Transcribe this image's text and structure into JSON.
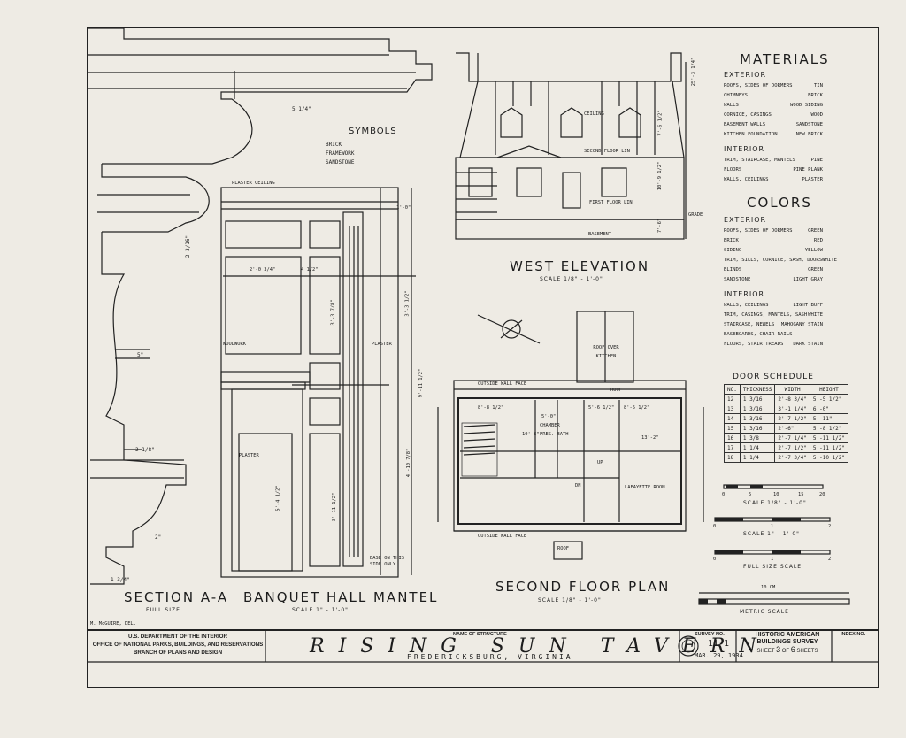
{
  "sheet": {
    "delineator": "M. McGUIRE, DEL.",
    "agency_line1": "U.S. DEPARTMENT OF THE INTERIOR",
    "agency_line2": "OFFICE OF NATIONAL PARKS, BUILDINGS, AND RESERVATIONS",
    "agency_line3": "BRANCH OF PLANS AND DESIGN",
    "name_of_structure_label": "NAME OF STRUCTURE",
    "structure_name": "RISING SUN TAVERN",
    "location": "FREDERICKSBURG, VIRGINIA",
    "survey_no_label": "SURVEY NO.",
    "survey_no": "11-1",
    "date": "MAR. 29, 1934",
    "habs_line1": "HISTORIC AMERICAN",
    "habs_line2": "BUILDINGS SURVEY",
    "sheet_label": "SHEET",
    "sheet_no": "3",
    "of_label": "OF",
    "sheet_total": "6",
    "sheets_label": "SHEETS",
    "index_no_label": "INDEX NO."
  },
  "section": {
    "title": "SECTION A-A",
    "scale": "FULL SIZE",
    "dims": [
      "5 1/4\"",
      "2 3/16\"",
      "5\"",
      "2 1/8\"",
      "2\"",
      "1 3/4\""
    ]
  },
  "symbols": {
    "title": "SYMBOLS",
    "items": [
      "BRICK",
      "FRAMEWORK",
      "SANDSTONE"
    ]
  },
  "mantel": {
    "title": "BANQUET HALL MANTEL",
    "scale": "SCALE 1\" - 1'-0\"",
    "labels": [
      "PLASTER CEILING",
      "WOODWORK",
      "PLASTER",
      "PLASTER",
      "BASE ON THIS SIDE ONLY"
    ],
    "dims": [
      "2'-0 3/4\"",
      "4 1/2\"",
      "3'-3 7/8\"",
      "3'-3 1/2\"",
      "9'-11 1/2\"",
      "4'-10 7/8\"",
      "5'-4 1/2\"",
      "3'-11 1/2\"",
      "1'-0\""
    ]
  },
  "elevation": {
    "title": "WEST ELEVATION",
    "scale": "SCALE 1/8\" - 1'-0\"",
    "labels": [
      "CEILING",
      "SECOND FLOOR LIN",
      "FIRST FLOOR LIN",
      "BASEMENT",
      "GRADE"
    ],
    "dims": [
      "7'-6 1/2\"",
      "10'-9 1/2\"",
      "7'-6\"",
      "25'-3 1/4\""
    ]
  },
  "plan": {
    "title": "SECOND FLOOR PLAN",
    "scale": "SCALE 1/8\" - 1'-0\"",
    "labels": [
      "ROOF OVER KITCHEN",
      "OUTSIDE WALL FACE",
      "ROOF",
      "OUTSIDE WALL FACE",
      "ROOF",
      "CHAMBER",
      "PRES. BATH",
      "LAFAYETTE ROOM",
      "DN",
      "UP"
    ],
    "dims": [
      "8'-8 1/2\"",
      "5'-6 1/2\"",
      "8'-5 1/2\"",
      "13'-2\"",
      "10'-8\"",
      "5'-0\""
    ]
  },
  "materials": {
    "title": "MATERIALS",
    "exterior_heading": "EXTERIOR",
    "exterior": [
      [
        "ROOFS, SIDES OF DORMERS",
        "TIN"
      ],
      [
        "CHIMNEYS",
        "BRICK"
      ],
      [
        "WALLS",
        "WOOD SIDING"
      ],
      [
        "CORNICE, CASINGS",
        "WOOD"
      ],
      [
        "BASEMENT WALLS",
        "SANDSTONE"
      ],
      [
        "KITCHEN FOUNDATION",
        "NEW BRICK"
      ]
    ],
    "interior_heading": "INTERIOR",
    "interior": [
      [
        "TRIM, STAIRCASE, MANTELS",
        "PINE"
      ],
      [
        "FLOORS",
        "PINE PLANK"
      ],
      [
        "WALLS, CEILINGS",
        "PLASTER"
      ]
    ]
  },
  "colors": {
    "title": "COLORS",
    "exterior_heading": "EXTERIOR",
    "exterior": [
      [
        "ROOFS, SIDES OF DORMERS",
        "GREEN"
      ],
      [
        "BRICK",
        "RED"
      ],
      [
        "SIDING",
        "YELLOW"
      ],
      [
        "TRIM, SILLS, CORNICE, SASH, DOORS",
        "WHITE"
      ],
      [
        "BLINDS",
        "GREEN"
      ],
      [
        "SANDSTONE",
        "LIGHT GRAY"
      ]
    ],
    "interior_heading": "INTERIOR",
    "interior": [
      [
        "WALLS, CEILINGS",
        "LIGHT BUFF"
      ],
      [
        "TRIM, CASINGS, MANTELS, SASH",
        "WHITE"
      ],
      [
        "STAIRCASE, NEWELS",
        "MAHOGANY STAIN"
      ],
      [
        "BASEBOARDS, CHAIR RAILS",
        "-"
      ],
      [
        "FLOORS, STAIR TREADS",
        "DARK STAIN"
      ]
    ]
  },
  "door_schedule": {
    "title": "DOOR SCHEDULE",
    "headers": [
      "NO.",
      "THICKNESS",
      "WIDTH",
      "HEIGHT"
    ],
    "rows": [
      [
        "12",
        "1 3/16",
        "2'-8 3/4\"",
        "5'-5 1/2\""
      ],
      [
        "13",
        "1 3/16",
        "3'-1 1/4\"",
        "6'-0\""
      ],
      [
        "14",
        "1 3/16",
        "2'-7 1/2\"",
        "5'-11\""
      ],
      [
        "15",
        "1 3/16",
        "2'-6\"",
        "5'-8 1/2\""
      ],
      [
        "16",
        "1 3/8",
        "2'-7 1/4\"",
        "5'-11 1/2\""
      ],
      [
        "17",
        "1 1/4",
        "2'-7 1/2\"",
        "5'-11 1/2\""
      ],
      [
        "18",
        "1 1/4",
        "2'-7 3/4\"",
        "5'-10 1/2\""
      ]
    ]
  },
  "scales": [
    {
      "label": "SCALE 1/8\" - 1'-0\"",
      "ticks": [
        "0",
        "5",
        "10",
        "15",
        "20"
      ]
    },
    {
      "label": "SCALE 1\" - 1'-0\"",
      "ticks": [
        "0",
        "1",
        "2"
      ]
    },
    {
      "label": "FULL SIZE SCALE",
      "ticks": [
        "0",
        "1",
        "2"
      ]
    },
    {
      "label": "METRIC SCALE",
      "ticks": [
        "10 CM."
      ]
    }
  ],
  "colors_hex": {
    "paper": "#eeebe4",
    "ink": "#1c1c1c"
  }
}
